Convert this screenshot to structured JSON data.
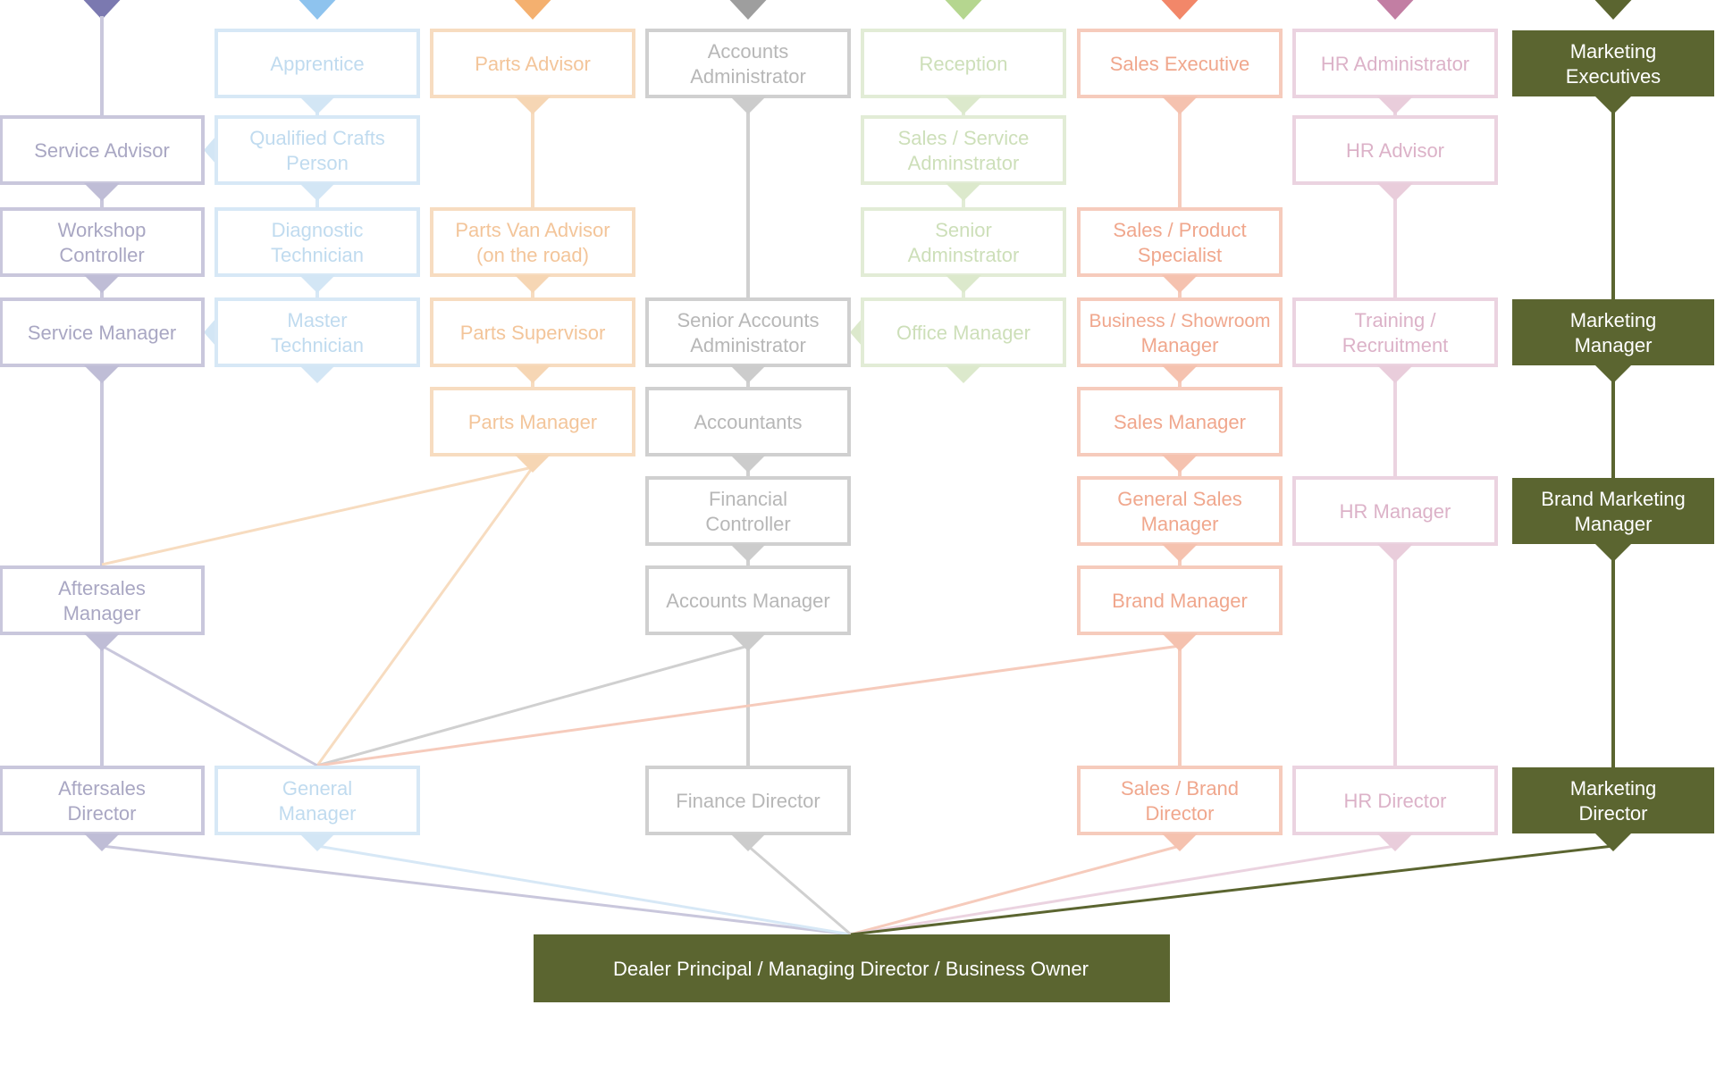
{
  "diagram": {
    "palette": {
      "service": {
        "stroke": "#c9c7dc",
        "tri": "#bfbdd6",
        "text": "#a9a7c3",
        "top": "#7b79b0"
      },
      "technical": {
        "stroke": "#d7e8f6",
        "tri": "#d3e6f5",
        "text": "#c0dbef",
        "top": "#8ec3ee"
      },
      "parts": {
        "stroke": "#f7dcc0",
        "tri": "#f6d6b4",
        "text": "#f3c59a",
        "top": "#f4b06f"
      },
      "accounts": {
        "stroke": "#d0d0d0",
        "tri": "#cccccc",
        "text": "#b7b7b7",
        "top": "#9e9e9e"
      },
      "admin": {
        "stroke": "#e2ecd6",
        "tri": "#dce9cc",
        "text": "#cddfb9",
        "top": "#b5d68f"
      },
      "sales": {
        "stroke": "#f6cbbc",
        "tri": "#f5c2af",
        "text": "#f0a78d",
        "top": "#f28769"
      },
      "hr": {
        "stroke": "#ebd3e0",
        "tri": "#e9cddb",
        "text": "#dcb2c8",
        "top": "#c27ea3"
      },
      "marketing": {
        "fill": "#5b6530",
        "text": "#ffffff",
        "top": "#5b6530"
      }
    },
    "columns": [
      {
        "id": "service",
        "stroke_color": "#c9c7dc",
        "nodes": [
          {
            "id": "service-advisor",
            "lines": [
              "Service Advisor"
            ]
          },
          {
            "id": "workshop-controller",
            "lines": [
              "Workshop",
              "Controller"
            ]
          },
          {
            "id": "service-manager",
            "lines": [
              "Service Manager"
            ]
          },
          {
            "id": "aftersales-manager",
            "lines": [
              "Aftersales",
              "Manager"
            ]
          },
          {
            "id": "aftersales-director",
            "lines": [
              "Aftersales",
              "Director"
            ]
          }
        ]
      },
      {
        "id": "technical",
        "nodes": [
          {
            "id": "apprentice",
            "lines": [
              "Apprentice"
            ]
          },
          {
            "id": "qualified-crafts-person",
            "lines": [
              "Qualified Crafts",
              "Person"
            ]
          },
          {
            "id": "diagnostic-technician",
            "lines": [
              "Diagnostic",
              "Technician"
            ]
          },
          {
            "id": "master-technician",
            "lines": [
              "Master",
              "Technician"
            ]
          },
          {
            "id": "general-manager",
            "lines": [
              "General",
              "Manager"
            ]
          }
        ]
      },
      {
        "id": "parts",
        "nodes": [
          {
            "id": "parts-advisor",
            "lines": [
              "Parts Advisor"
            ]
          },
          {
            "id": "parts-van-advisor",
            "lines": [
              "Parts Van Advisor",
              "(on the road)"
            ]
          },
          {
            "id": "parts-supervisor",
            "lines": [
              "Parts Supervisor"
            ]
          },
          {
            "id": "parts-manager",
            "lines": [
              "Parts Manager"
            ]
          }
        ]
      },
      {
        "id": "accounts",
        "nodes": [
          {
            "id": "accounts-administrator",
            "lines": [
              "Accounts",
              "Administrator"
            ]
          },
          {
            "id": "senior-accounts-administrator",
            "lines": [
              "Senior Accounts",
              "Administrator"
            ]
          },
          {
            "id": "accountants",
            "lines": [
              "Accountants"
            ]
          },
          {
            "id": "financial-controller",
            "lines": [
              "Financial",
              "Controller"
            ]
          },
          {
            "id": "accounts-manager",
            "lines": [
              "Accounts Manager"
            ]
          },
          {
            "id": "finance-director",
            "lines": [
              "Finance Director"
            ]
          }
        ]
      },
      {
        "id": "admin",
        "nodes": [
          {
            "id": "reception",
            "lines": [
              "Reception"
            ]
          },
          {
            "id": "sales-service-adminstrator",
            "lines": [
              "Sales / Service",
              "Adminstrator"
            ]
          },
          {
            "id": "senior-adminstrator",
            "lines": [
              "Senior",
              "Adminstrator"
            ]
          },
          {
            "id": "office-manager",
            "lines": [
              "Office Manager"
            ]
          }
        ]
      },
      {
        "id": "sales",
        "nodes": [
          {
            "id": "sales-executive",
            "lines": [
              "Sales Executive"
            ]
          },
          {
            "id": "sales-product-specialist",
            "lines": [
              "Sales / Product",
              "Specialist"
            ]
          },
          {
            "id": "business-showroom-manager",
            "lines": [
              "Business / Showroom",
              "Manager"
            ]
          },
          {
            "id": "sales-manager",
            "lines": [
              "Sales Manager"
            ]
          },
          {
            "id": "general-sales-manager",
            "lines": [
              "General Sales",
              "Manager"
            ]
          },
          {
            "id": "brand-manager",
            "lines": [
              "Brand Manager"
            ]
          },
          {
            "id": "sales-brand-director",
            "lines": [
              "Sales / Brand",
              "Director"
            ]
          }
        ]
      },
      {
        "id": "hr",
        "nodes": [
          {
            "id": "hr-administrator",
            "lines": [
              "HR Administrator"
            ]
          },
          {
            "id": "hr-advisor",
            "lines": [
              "HR Advisor"
            ]
          },
          {
            "id": "training-recruitment",
            "lines": [
              "Training /",
              "Recruitment"
            ]
          },
          {
            "id": "hr-manager",
            "lines": [
              "HR Manager"
            ]
          },
          {
            "id": "hr-director",
            "lines": [
              "HR Director"
            ]
          }
        ]
      },
      {
        "id": "marketing",
        "nodes": [
          {
            "id": "marketing-executives",
            "lines": [
              "Marketing",
              "Executives"
            ]
          },
          {
            "id": "marketing-manager",
            "lines": [
              "Marketing",
              "Manager"
            ]
          },
          {
            "id": "brand-marketing-manager",
            "lines": [
              "Brand Marketing",
              "Manager"
            ]
          },
          {
            "id": "marketing-director",
            "lines": [
              "Marketing",
              "Director"
            ]
          }
        ]
      }
    ],
    "root": {
      "id": "dealer-principal",
      "label": "Dealer Principal / Managing Director / Business Owner"
    }
  }
}
